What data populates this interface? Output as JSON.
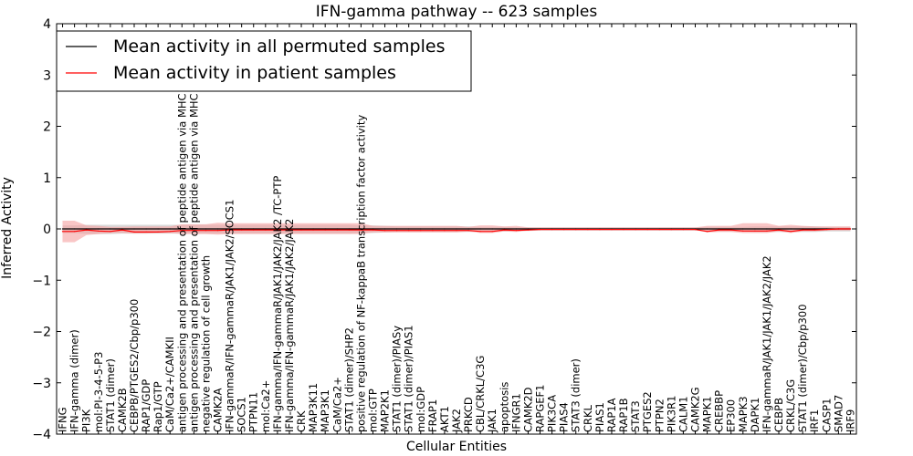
{
  "chart_data": {
    "type": "line",
    "title": "IFN-gamma pathway -- 623 samples",
    "xlabel": "Cellular Entities",
    "ylabel": "Inferred Activity",
    "ylim": [
      -4,
      4
    ],
    "yticks": [
      -4,
      -3,
      -2,
      -1,
      0,
      1,
      2,
      3,
      4
    ],
    "ytick_labels": [
      "−4",
      "−3",
      "−2",
      "−1",
      "0",
      "1",
      "2",
      "3",
      "4"
    ],
    "grid": false,
    "legend_position": "top-left",
    "categories": [
      "IFNG",
      "IFN-gamma (dimer)",
      "PI3K",
      "mol:PI-3-4-5-P3",
      "STAT1 (dimer)",
      "CAMK2B",
      "CEBPB/PTGES2/Cbp/p300",
      "RAP1/GDP",
      "Rap1/GTP",
      "CaM/Ca2+/CAMKII",
      "antigen processing and presentation of peptide antigen via MHC class I",
      "antigen processing and presentation of peptide antigen via MHC class II",
      "negative regulation of cell growth",
      "CAMK2A",
      "IFN-gammaR/IFN-gammaR/JAK1/JAK2/SOCS1",
      "SOCS1",
      "PTPN11",
      "mol:Ca2+",
      "IFN-gamma/IFN-gammaR/JAK1/JAK2/JAK2 /TC-PTP",
      "IFN-gamma/IFN-gammaR/JAK1/JAK2/JAK2",
      "CRK",
      "MAP3K11",
      "MAP3K1",
      "CaM/Ca2+",
      "STAT1 (dimer)/SHP2",
      "positive regulation of NF-kappaB transcription factor activity",
      "mol:GTP",
      "MAP2K1",
      "STAT1 (dimer)/PIASy",
      "STAT1 (dimer)/PIAS1",
      "mol:GDP",
      "FRAP1",
      "AKT1",
      "JAK2",
      "PRKCD",
      "CBL/CRKL/C3G",
      "JAK1",
      "apoptosis",
      "IFNGR1",
      "CAMK2D",
      "RAPGEF1",
      "PIK3CA",
      "PIAS4",
      "STAT3 (dimer)",
      "CRKL",
      "PIAS1",
      "RAP1A",
      "RAP1B",
      "STAT3",
      "PTGES2",
      "PTPN2",
      "PIK3R1",
      "CALM1",
      "CAMK2G",
      "MAPK1",
      "CREBBP",
      "EP300",
      "MAPK3",
      "DAPK1",
      "IFN-gammaR/JAK1/JAK1/JAK2/JAK2",
      "CEBPB",
      "CRKL/C3G",
      "STAT1 (dimer)/Cbp/p300",
      "IRF1",
      "CASP1",
      "SMAD7",
      "IRF9"
    ],
    "series": [
      {
        "name": "Mean activity in all permuted samples",
        "color": "#000000",
        "values": [
          0.0,
          0.0,
          0.0,
          0.0,
          0.0,
          0.0,
          0.0,
          0.0,
          0.0,
          0.0,
          0.0,
          0.0,
          0.0,
          0.0,
          0.0,
          0.0,
          0.0,
          0.0,
          0.0,
          0.0,
          0.0,
          0.0,
          0.0,
          0.0,
          0.0,
          0.0,
          0.0,
          0.0,
          0.0,
          0.0,
          0.0,
          0.0,
          0.0,
          0.0,
          0.0,
          0.0,
          0.0,
          0.0,
          0.0,
          0.0,
          0.0,
          0.0,
          0.0,
          0.0,
          0.0,
          0.0,
          0.0,
          0.0,
          0.0,
          0.0,
          0.0,
          0.0,
          0.0,
          0.0,
          0.0,
          0.0,
          0.0,
          0.0,
          0.0,
          0.0,
          0.0,
          0.0,
          0.0,
          0.0,
          0.0,
          0.0,
          0.0
        ],
        "band": {
          "color": "#bbbbbb",
          "lower": [
            -0.08,
            -0.08,
            -0.1,
            -0.1,
            -0.1,
            -0.09,
            -0.09,
            -0.09,
            -0.09,
            -0.09,
            -0.09,
            -0.09,
            -0.09,
            -0.09,
            -0.09,
            -0.09,
            -0.09,
            -0.09,
            -0.09,
            -0.09,
            -0.09,
            -0.09,
            -0.09,
            -0.09,
            -0.09,
            -0.08,
            -0.08,
            -0.07,
            -0.06,
            -0.06,
            -0.06,
            -0.06,
            -0.06,
            -0.06,
            -0.06,
            -0.05,
            -0.05,
            -0.05,
            -0.04,
            -0.04,
            -0.03,
            -0.03,
            -0.03,
            -0.03,
            -0.03,
            -0.03,
            -0.03,
            -0.03,
            -0.03,
            -0.03,
            -0.03,
            -0.03,
            -0.03,
            -0.03,
            -0.04,
            -0.05,
            -0.05,
            -0.05,
            -0.06,
            -0.06,
            -0.06,
            -0.06,
            -0.06,
            -0.06,
            -0.05,
            -0.05,
            -0.05
          ],
          "upper": [
            0.07,
            0.07,
            0.08,
            0.08,
            0.08,
            0.08,
            0.08,
            0.08,
            0.08,
            0.08,
            0.08,
            0.08,
            0.08,
            0.08,
            0.08,
            0.08,
            0.08,
            0.08,
            0.08,
            0.08,
            0.08,
            0.08,
            0.08,
            0.08,
            0.08,
            0.07,
            0.07,
            0.06,
            0.05,
            0.05,
            0.05,
            0.05,
            0.05,
            0.05,
            0.05,
            0.04,
            0.04,
            0.04,
            0.03,
            0.03,
            0.03,
            0.03,
            0.03,
            0.03,
            0.03,
            0.03,
            0.03,
            0.03,
            0.03,
            0.03,
            0.03,
            0.03,
            0.03,
            0.03,
            0.04,
            0.04,
            0.04,
            0.04,
            0.05,
            0.05,
            0.05,
            0.05,
            0.05,
            0.05,
            0.04,
            0.04,
            0.04
          ]
        }
      },
      {
        "name": "Mean activity in patient samples",
        "color": "#ff0000",
        "values": [
          -0.05,
          -0.05,
          -0.02,
          -0.04,
          -0.05,
          -0.02,
          -0.06,
          -0.06,
          -0.06,
          -0.05,
          -0.03,
          -0.03,
          -0.03,
          -0.03,
          -0.02,
          -0.02,
          -0.02,
          -0.02,
          -0.02,
          -0.02,
          -0.02,
          -0.02,
          -0.02,
          -0.02,
          -0.02,
          -0.02,
          -0.02,
          -0.03,
          -0.03,
          -0.03,
          -0.03,
          -0.03,
          -0.03,
          -0.03,
          -0.03,
          -0.05,
          -0.05,
          -0.02,
          -0.03,
          -0.02,
          -0.01,
          -0.01,
          -0.01,
          -0.01,
          -0.01,
          -0.01,
          -0.01,
          -0.01,
          -0.01,
          -0.01,
          -0.01,
          -0.01,
          -0.01,
          -0.01,
          -0.05,
          -0.02,
          -0.02,
          -0.04,
          -0.04,
          -0.04,
          -0.02,
          -0.05,
          -0.02,
          -0.02,
          -0.01,
          0.0,
          0.0
        ],
        "band": {
          "color": "#f5a0a0",
          "lower": [
            -0.26,
            -0.26,
            -0.12,
            -0.1,
            -0.08,
            -0.08,
            -0.09,
            -0.09,
            -0.08,
            -0.08,
            -0.1,
            -0.1,
            -0.1,
            -0.11,
            -0.1,
            -0.1,
            -0.1,
            -0.1,
            -0.1,
            -0.1,
            -0.1,
            -0.1,
            -0.1,
            -0.1,
            -0.1,
            -0.1,
            -0.07,
            -0.07,
            -0.07,
            -0.07,
            -0.07,
            -0.07,
            -0.07,
            -0.07,
            -0.05,
            -0.08,
            -0.08,
            -0.05,
            -0.06,
            -0.03,
            -0.02,
            -0.02,
            -0.02,
            -0.02,
            -0.02,
            -0.02,
            -0.02,
            -0.02,
            -0.02,
            -0.02,
            -0.02,
            -0.02,
            -0.02,
            -0.02,
            -0.07,
            -0.06,
            -0.06,
            -0.08,
            -0.08,
            -0.08,
            -0.05,
            -0.08,
            -0.05,
            -0.05,
            -0.03,
            -0.03,
            -0.03
          ],
          "upper": [
            0.16,
            0.16,
            0.07,
            0.06,
            0.04,
            0.04,
            0.05,
            0.05,
            0.05,
            0.05,
            0.09,
            0.09,
            0.09,
            0.12,
            0.11,
            0.11,
            0.11,
            0.11,
            0.11,
            0.11,
            0.11,
            0.11,
            0.11,
            0.11,
            0.11,
            0.11,
            0.06,
            0.06,
            0.06,
            0.06,
            0.06,
            0.06,
            0.06,
            0.06,
            0.04,
            0.07,
            0.07,
            0.05,
            0.06,
            0.03,
            0.03,
            0.03,
            0.03,
            0.03,
            0.03,
            0.03,
            0.03,
            0.03,
            0.03,
            0.03,
            0.03,
            0.03,
            0.03,
            0.03,
            0.06,
            0.06,
            0.06,
            0.11,
            0.11,
            0.11,
            0.06,
            0.08,
            0.06,
            0.05,
            0.05,
            0.05,
            0.05
          ]
        }
      }
    ]
  }
}
